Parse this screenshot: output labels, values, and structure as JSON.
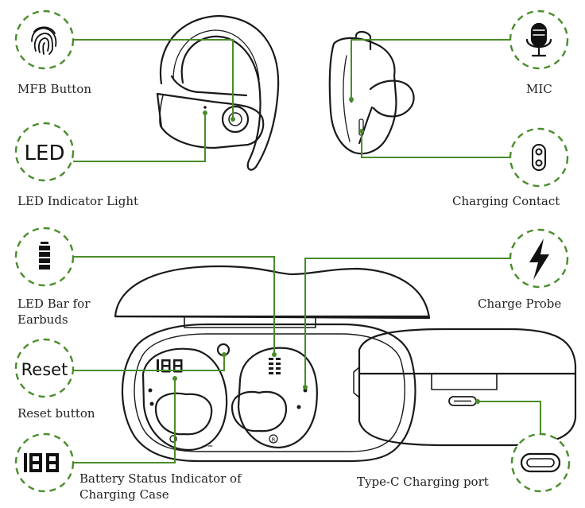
{
  "colors": {
    "leader": "#4a8c2a",
    "outline": "#1a1a1a",
    "dashed_circle": "#4a8c2a"
  },
  "icons": {
    "mfb": "fingerprint-icon",
    "led": "led-text-icon",
    "mic": "microphone-icon",
    "contact": "charging-contact-icon",
    "led_bar": "battery-icon",
    "probe": "lightning-icon",
    "reset": "reset-text-icon",
    "digits": "seven-segment-display-icon",
    "typec": "usb-c-port-icon"
  },
  "icon_text": {
    "led": "LED",
    "reset": "Reset"
  },
  "labels": {
    "mfb": "MFB Button",
    "led": "LED Indicator Light",
    "mic": "MIC",
    "contact": "Charging Contact",
    "led_bar_1": "LED Bar for",
    "led_bar_2": "Earbuds",
    "probe": "Charge Probe",
    "reset": "Reset button",
    "battery_1": "Battery Status Indicator of",
    "battery_2": "Charging Case",
    "typec": "Type-C Charging port"
  }
}
